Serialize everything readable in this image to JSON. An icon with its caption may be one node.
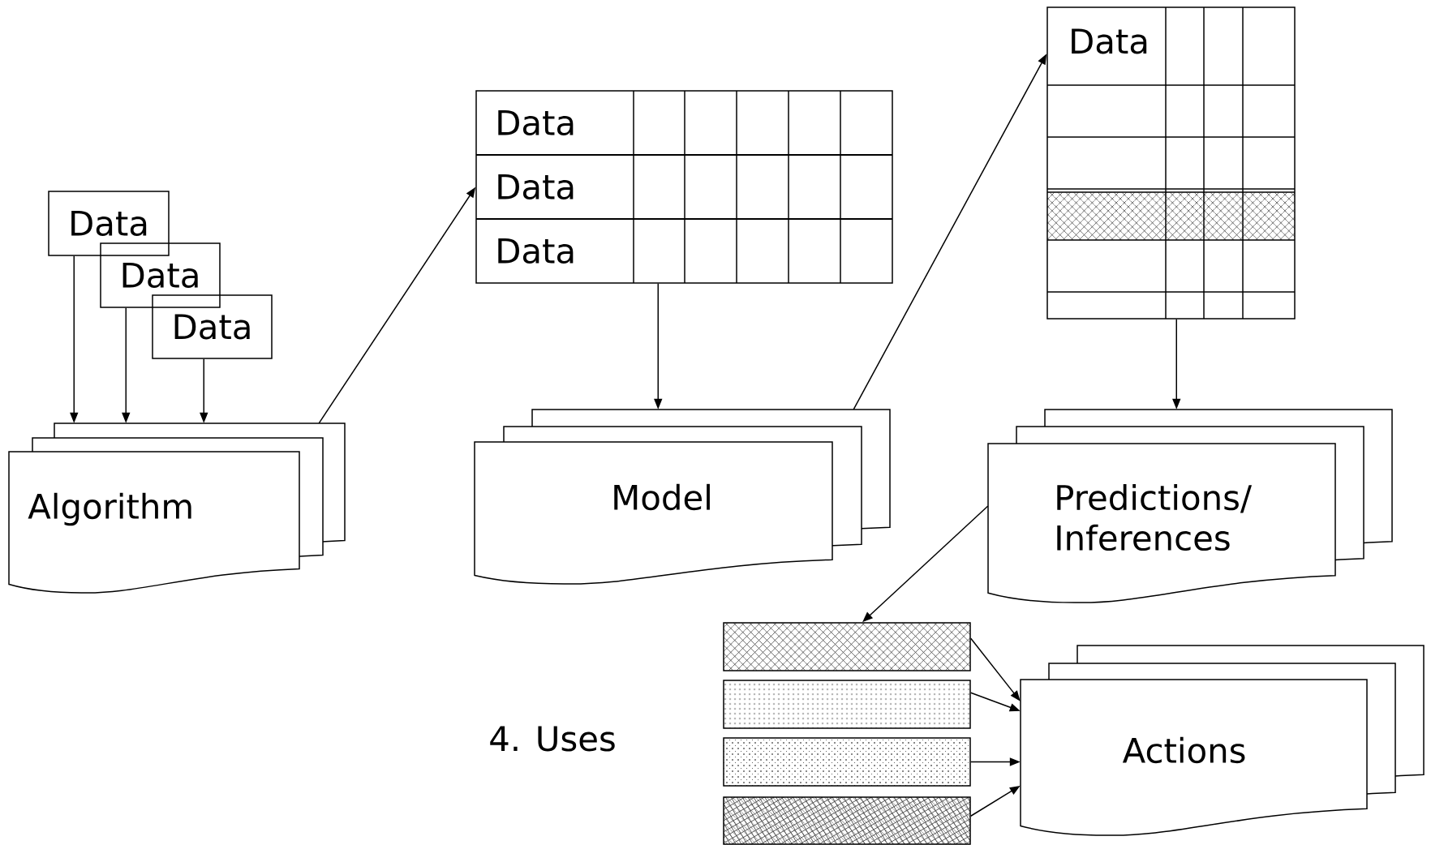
{
  "diagram": {
    "nodes": [
      {
        "text": [
          "Data"
        ]
      },
      {
        "text": [
          "Data"
        ]
      },
      {
        "text": [
          "Data"
        ]
      },
      {
        "text": [
          "Algorithm"
        ]
      },
      {
        "text": [
          "Data",
          "Data",
          "Data"
        ]
      },
      {
        "text": [
          "Model"
        ]
      },
      {
        "text": [
          "Data"
        ]
      },
      {
        "text": [
          "Predictions/ Inferences"
        ]
      },
      {
        "text": [],
        "shape": "bar"
      },
      {
        "text": [],
        "shape": "bar"
      },
      {
        "text": [],
        "shape": "bar"
      },
      {
        "text": [],
        "shape": "bar"
      },
      {
        "text": [
          "Actions"
        ]
      }
    ],
    "edges": [
      {
        "from": 0,
        "to": 3,
        "arrow": "to"
      },
      {
        "from": 1,
        "to": 3,
        "arrow": "to"
      },
      {
        "from": 2,
        "to": 3,
        "arrow": "to"
      },
      {
        "from": 3,
        "to": 4,
        "arrow": "to"
      },
      {
        "from": 4,
        "to": 5,
        "arrow": "to"
      },
      {
        "from": 5,
        "to": 6,
        "arrow": "to"
      },
      {
        "from": 6,
        "to": 7,
        "arrow": "to"
      },
      {
        "from": 7,
        "to": 8,
        "arrow": "to"
      },
      {
        "from": 8,
        "to": 12,
        "arrow": "to"
      },
      {
        "from": 9,
        "to": 12,
        "arrow": "to"
      },
      {
        "from": 10,
        "to": 12,
        "arrow": "to"
      },
      {
        "from": 11,
        "to": 12,
        "arrow": "to"
      }
    ],
    "labels": [
      "4. Uses"
    ]
  }
}
